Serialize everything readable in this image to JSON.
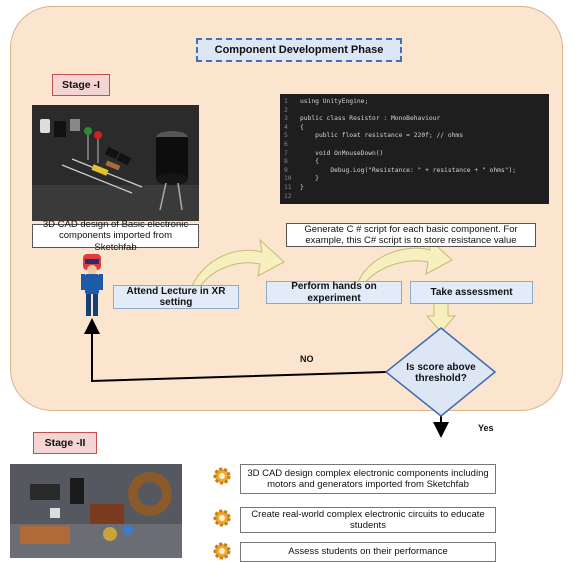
{
  "phase_title": "Component Development Phase",
  "stage1": "Stage -I",
  "stage2": "Stage -II",
  "caption_cad_basic": "3D CAD design of Basic electronic components imported from Sketchfab",
  "caption_csharp": "Generate C # script for each basic component. For example, this C# script is to store resistance value",
  "step_lecture": "Attend Lecture in XR setting",
  "step_experiment": "Perform hands on experiment",
  "step_assessment": "Take assessment",
  "decision": "Is score above threshold?",
  "label_no": "NO",
  "label_yes": "Yes",
  "stage2_items": [
    "3D CAD design complex electronic components including motors and generators  imported from Sketchfab",
    "Create real-world complex electronic circuits to educate students",
    "Assess students on their performance"
  ],
  "code_lines": [
    {
      "n": "1",
      "t": "using UnityEngine;"
    },
    {
      "n": "2",
      "t": ""
    },
    {
      "n": "3",
      "t": "public class Resistor : MonoBehaviour"
    },
    {
      "n": "4",
      "t": "{"
    },
    {
      "n": "5",
      "t": "    public float resistance = 220f; // ohms"
    },
    {
      "n": "6",
      "t": ""
    },
    {
      "n": "7",
      "t": "    void OnMouseDown()"
    },
    {
      "n": "8",
      "t": "    {"
    },
    {
      "n": "9",
      "t": "        Debug.Log(\"Resistance: \" + resistance + \" ohms\");"
    },
    {
      "n": "10",
      "t": "    }"
    },
    {
      "n": "11",
      "t": "}"
    },
    {
      "n": "12",
      "t": ""
    }
  ],
  "colors": {
    "panel": "#fbe5cf",
    "box": "#e2ecf8",
    "stage": "#f5d4d4",
    "arrow_curve": "#f6f0be",
    "gear": "#f0a830"
  }
}
